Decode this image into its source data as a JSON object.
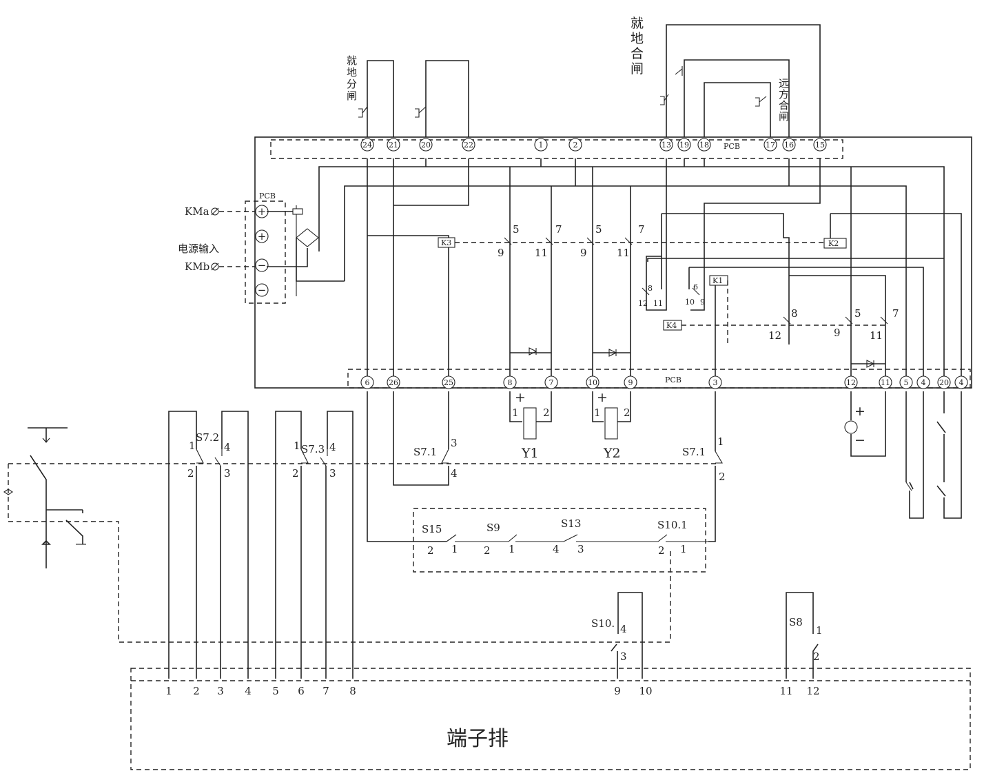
{
  "labels": {
    "local_close": "就地合闸",
    "local_open": "就地分闸",
    "remote_close": "远方合闸",
    "power_input": "电源输入",
    "terminal_block": "端子排",
    "kma": "KMa",
    "kmb": "KMb",
    "pcb": "PCB"
  },
  "board_top_terminals": [
    "24",
    "21",
    "20",
    "22",
    "1",
    "2",
    "13",
    "19",
    "18",
    "17",
    "16",
    "15"
  ],
  "board_bottom_terminals": [
    "6",
    "26",
    "25",
    "8",
    "7",
    "10",
    "9",
    "3",
    "12",
    "11",
    "5",
    "4",
    "20",
    "4"
  ],
  "power_terminals": [
    "+",
    "+",
    "−",
    "−"
  ],
  "relays": [
    "K3",
    "K2",
    "K1",
    "K4"
  ],
  "contacts": {
    "k3": [
      "5",
      "9",
      "7",
      "11",
      "5",
      "9",
      "7",
      "11"
    ],
    "k4": [
      "8",
      "12",
      "5",
      "9",
      "7",
      "11"
    ],
    "k2a": [
      "8",
      "12",
      "11"
    ],
    "k2b": [
      "6",
      "10",
      "9"
    ]
  },
  "coils": {
    "y1": {
      "name": "Y1",
      "plus": "+",
      "p1": "1",
      "p2": "2"
    },
    "y2": {
      "name": "Y2",
      "plus": "+",
      "p1": "1",
      "p2": "2"
    },
    "motor": {
      "plus": "+",
      "minus": "−"
    }
  },
  "switches": {
    "s72": {
      "name": "S7.2",
      "a": "1",
      "b": "2",
      "c": "4",
      "d": "3"
    },
    "s73": {
      "name": "S7.3",
      "a": "1",
      "b": "2",
      "c": "4",
      "d": "3"
    },
    "s71a": {
      "name": "S7.1",
      "a": "3",
      "b": "4"
    },
    "s71b": {
      "name": "S7.1",
      "a": "1",
      "b": "2"
    },
    "s15": {
      "name": "S15",
      "a": "2",
      "b": "1"
    },
    "s9": {
      "name": "S9",
      "a": "2",
      "b": "1"
    },
    "s13": {
      "name": "S13",
      "a": "4",
      "b": "3"
    },
    "s101": {
      "name": "S10.1",
      "a": "2",
      "b": "1"
    },
    "s10": {
      "name": "S10.",
      "a": "4",
      "b": "3"
    },
    "s8": {
      "name": "S8",
      "a": "1",
      "b": "2"
    }
  },
  "terminal_numbers": [
    "1",
    "2",
    "3",
    "4",
    "5",
    "6",
    "7",
    "8",
    "9",
    "10",
    "11",
    "12"
  ]
}
